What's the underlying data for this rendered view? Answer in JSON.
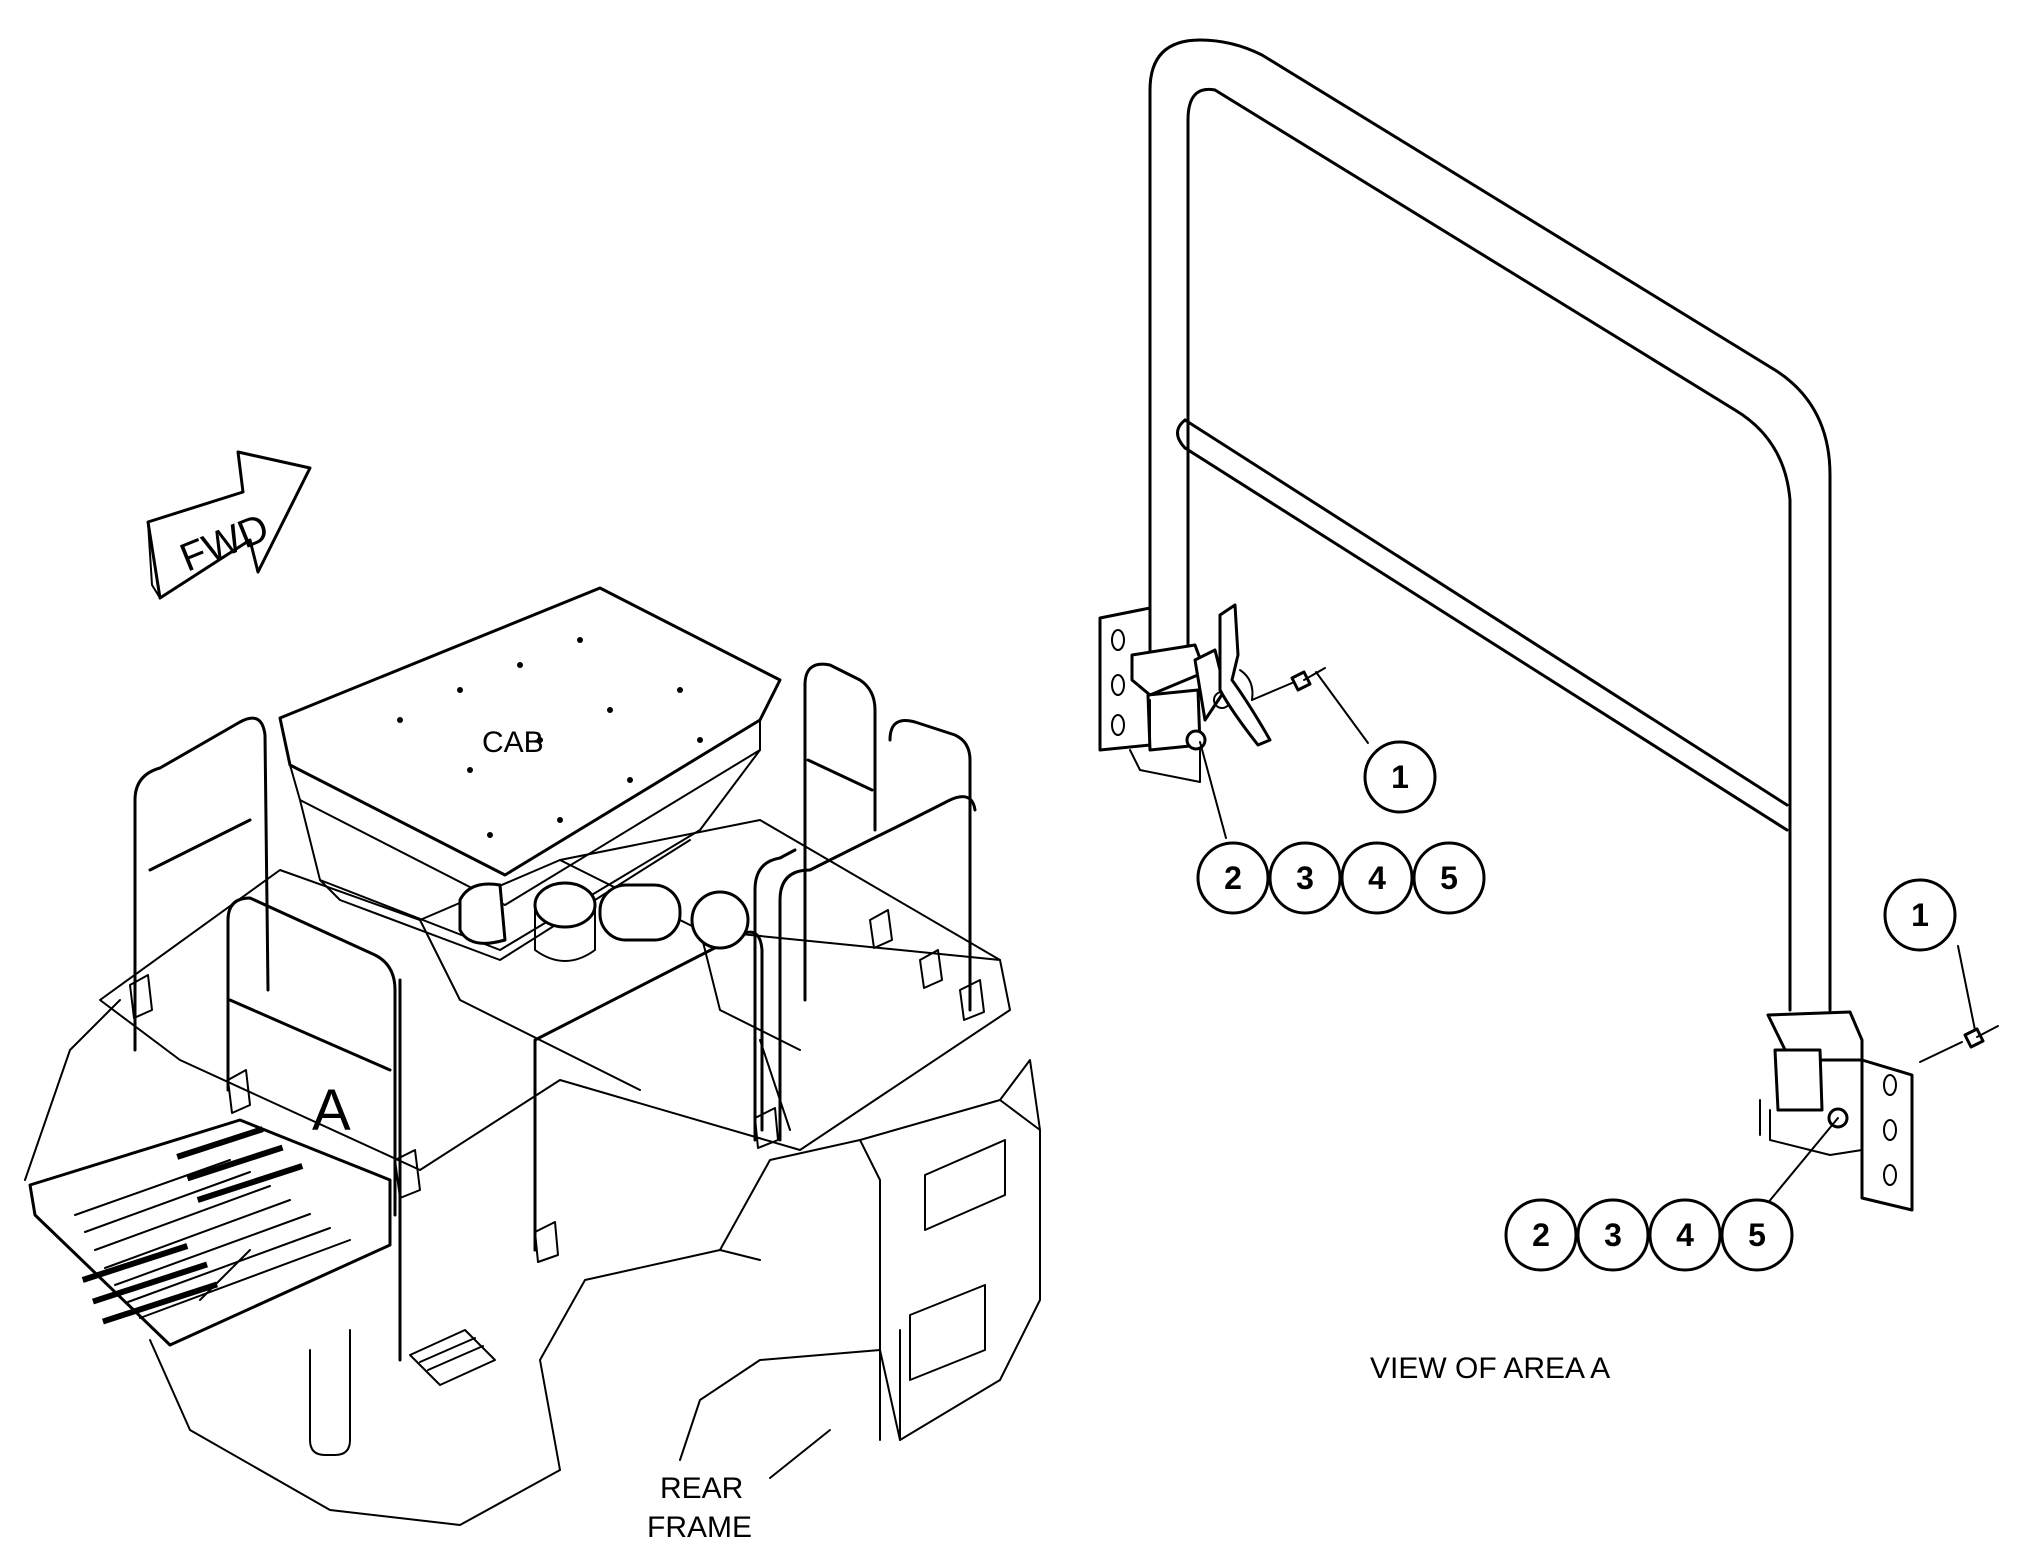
{
  "labels": {
    "cab": "CAB",
    "rear_frame_line1": "REAR",
    "rear_frame_line2": "FRAME",
    "area": "A",
    "view_caption": "VIEW OF AREA  A",
    "forward_arrow": "FWD"
  },
  "callouts_upper": {
    "single": "1",
    "group": [
      "2",
      "3",
      "4",
      "5"
    ]
  },
  "callouts_lower": {
    "single": "1",
    "group": [
      "2",
      "3",
      "4",
      "5"
    ]
  },
  "colors": {
    "line": "#000000",
    "background": "#ffffff"
  }
}
